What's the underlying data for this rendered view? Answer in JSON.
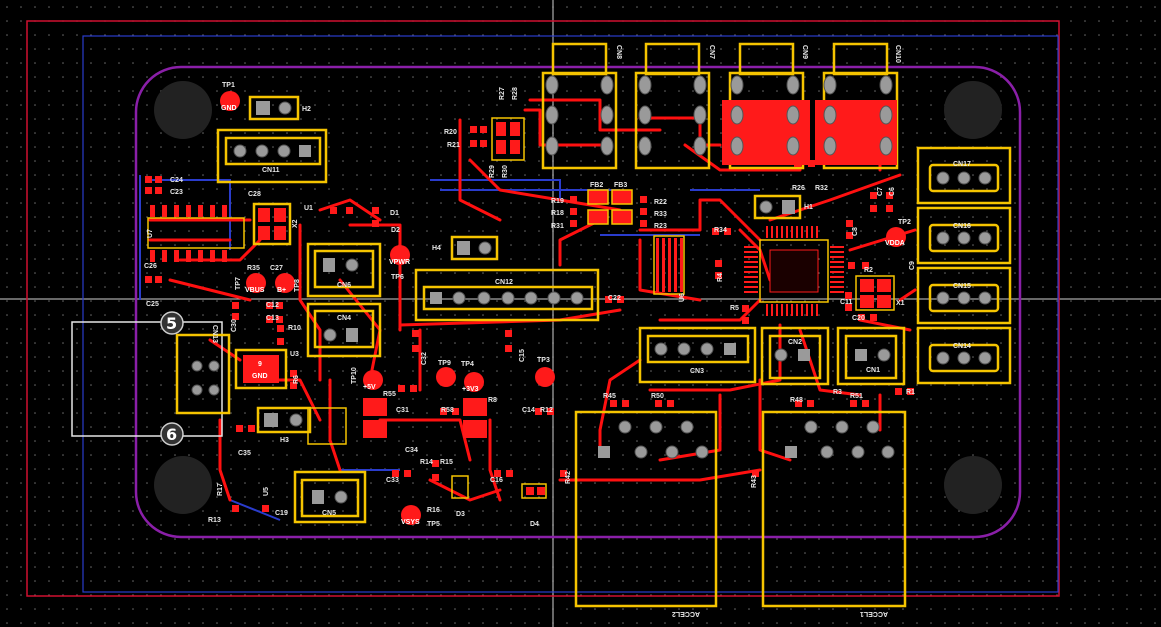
{
  "board": {
    "colors": {
      "background": "#000000",
      "top_copper": "#ff1010",
      "bottom_copper": "#2a3ccc",
      "silkscreen": "#f5c400",
      "outline": "#8a1fa8",
      "keepout": "#d01030",
      "pad_gray": "#9a9a9a"
    },
    "connectors_top": [
      "CN8",
      "CN7",
      "CN9",
      "CN10"
    ],
    "connectors_right": [
      "CN17",
      "CN16",
      "CN15",
      "CN14"
    ],
    "connectors_mid": [
      "CN11",
      "CN12",
      "CN6",
      "CN4",
      "CN5",
      "CN3",
      "CN2",
      "CN1",
      "CN13"
    ],
    "rj45": [
      "ACCEL2",
      "ACCEL1"
    ],
    "headers": [
      "H1",
      "H2",
      "H3",
      "H4"
    ],
    "test_points": [
      {
        "id": "TP1",
        "net": "GND"
      },
      {
        "id": "TP2",
        "net": "VDDA"
      },
      {
        "id": "TP3",
        "net": ""
      },
      {
        "id": "TP4",
        "net": "+3V3"
      },
      {
        "id": "TP5",
        "net": "VSYS"
      },
      {
        "id": "TP6",
        "net": "VPWR"
      },
      {
        "id": "TP7",
        "net": "VBUS"
      },
      {
        "id": "TP8",
        "net": "B+"
      },
      {
        "id": "TP9",
        "net": ""
      },
      {
        "id": "TP10",
        "net": "+5V"
      }
    ],
    "markers": [
      "5",
      "6"
    ],
    "labels": {
      "r20": "R20",
      "r21": "R21",
      "r27": "R27",
      "r28": "R28",
      "r29": "R29",
      "r30": "R30",
      "r19": "R19",
      "r18": "R18",
      "r31": "R31",
      "r22": "R22",
      "r33": "R33",
      "r23": "R23",
      "fb2": "FB2",
      "fb3": "FB3",
      "r34": "R34",
      "r26": "R26",
      "r32": "R32",
      "c7": "C7",
      "c6": "C6",
      "c8": "C8",
      "c22": "C22",
      "c11": "C11",
      "c20": "C20",
      "c9": "C9",
      "r2": "R2",
      "x1": "X1",
      "c24": "C24",
      "c23": "C23",
      "c28": "C28",
      "c25": "C25",
      "c26": "C26",
      "c27": "C27",
      "r35": "R35",
      "c12": "C12",
      "c13": "C13",
      "r10": "R10",
      "c30": "C30",
      "u3": "U3",
      "r6": "R6",
      "c35": "C35",
      "r13": "R13",
      "u5": "U5",
      "c19": "C19",
      "r17": "R17",
      "u1": "U1",
      "d1": "D1",
      "d2": "D2",
      "c32": "C32",
      "c31": "C31",
      "r55": "R55",
      "r58": "R58",
      "r8": "R8",
      "c14": "C14",
      "r12": "R12",
      "c15": "C15",
      "c34": "C34",
      "r14": "R14",
      "r15": "R15",
      "c33": "C33",
      "r16": "R16",
      "d3": "D3",
      "c16": "C16",
      "d4": "D4",
      "r45": "R45",
      "r50": "R50",
      "r48": "R48",
      "r51": "R51",
      "r3": "R3",
      "r1": "R1",
      "r42": "R42",
      "r43": "R43",
      "r5": "R5",
      "r4": "R4",
      "u6": "U6",
      "u7": "U7",
      "x2": "X2",
      "pad9": "9",
      "gnd_pad": "GND"
    }
  }
}
